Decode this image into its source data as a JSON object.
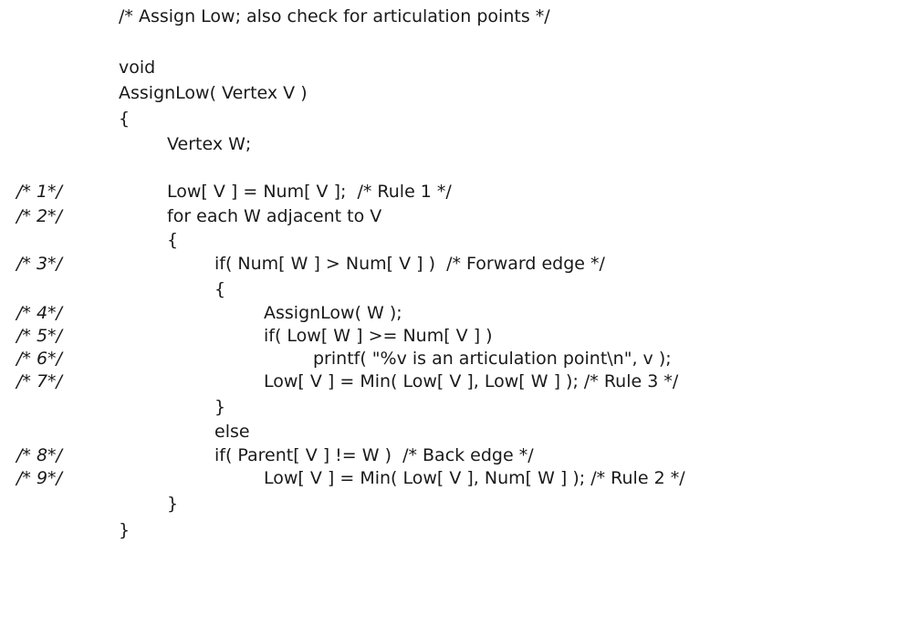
{
  "listing": {
    "lines": [
      {
        "num": "",
        "text": "/* Assign Low; also check for articulation points */"
      },
      {
        "num": "",
        "text": "void"
      },
      {
        "num": "",
        "text": "AssignLow( Vertex V )"
      },
      {
        "num": "",
        "text": "{"
      },
      {
        "num": "",
        "text": "Vertex W;"
      },
      {
        "num": "/* 1*/",
        "text": "Low[ V ] = Num[ V ];  /* Rule 1 */"
      },
      {
        "num": "/* 2*/",
        "text": "for each W adjacent to V"
      },
      {
        "num": "",
        "text": "{"
      },
      {
        "num": "/* 3*/",
        "text": "if( Num[ W ] > Num[ V ] )  /* Forward edge */"
      },
      {
        "num": "",
        "text": "{"
      },
      {
        "num": "/* 4*/",
        "text": "AssignLow( W );"
      },
      {
        "num": "/* 5*/",
        "text": "if( Low[ W ] >= Num[ V ] )"
      },
      {
        "num": "/* 6*/",
        "text": "printf( \"%v is an articulation point\\n\", v );"
      },
      {
        "num": "/* 7*/",
        "text": "Low[ V ] = Min( Low[ V ], Low[ W ] ); /* Rule 3 */"
      },
      {
        "num": "",
        "text": "}"
      },
      {
        "num": "",
        "text": "else"
      },
      {
        "num": "/* 8*/",
        "text": "if( Parent[ V ] != W )  /* Back edge */"
      },
      {
        "num": "/* 9*/",
        "text": "Low[ V ] = Min( Low[ V ], Num[ W ] ); /* Rule 2 */"
      },
      {
        "num": "",
        "text": "}"
      },
      {
        "num": "",
        "text": "}"
      }
    ]
  }
}
